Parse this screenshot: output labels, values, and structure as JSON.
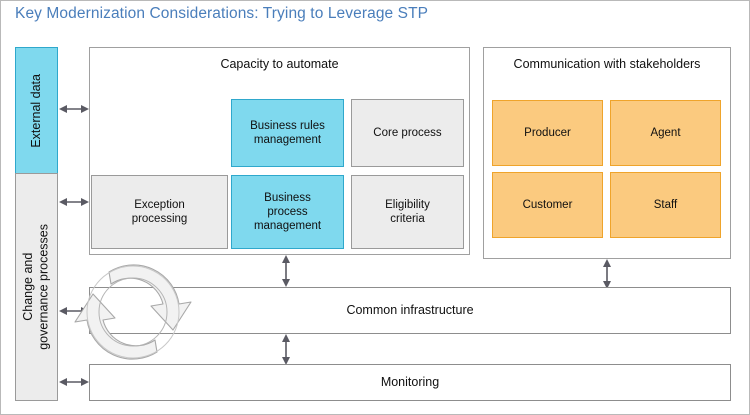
{
  "title": "Key Modernization Considerations: Trying to Leverage STP",
  "title_color": "#4A7EBB",
  "sidebar": {
    "external_data": {
      "label": "External data",
      "color": "#7FD9EE"
    },
    "governance": {
      "label": "Change and\ngovernance processes",
      "color": "#ECECEC"
    }
  },
  "panels": {
    "capacity": {
      "title": "Capacity to automate",
      "boxes": [
        {
          "label": "Business rules\nmanagement",
          "style": "cyan"
        },
        {
          "label": "Core process",
          "style": "gray"
        },
        {
          "label": "Exception\nprocessing",
          "style": "gray"
        },
        {
          "label": "Business\nprocess\nmanagement",
          "style": "cyan"
        },
        {
          "label": "Eligibility\ncriteria",
          "style": "gray"
        }
      ]
    },
    "communication": {
      "title": "Communication with stakeholders",
      "boxes": [
        {
          "label": "Producer",
          "style": "orange"
        },
        {
          "label": "Agent",
          "style": "orange"
        },
        {
          "label": "Customer",
          "style": "orange"
        },
        {
          "label": "Staff",
          "style": "orange"
        }
      ]
    }
  },
  "bars": {
    "infrastructure": "Common infrastructure",
    "monitoring": "Monitoring"
  },
  "colors": {
    "cyan": "#7FD9EE",
    "cyan_border": "#2FA8CC",
    "orange": "#FBCA7F",
    "orange_border": "#EFA42B",
    "gray": "#ECECEC",
    "gray_border": "#9A9A9A",
    "arrow": "#5A5A63"
  },
  "icons": {
    "cycle": "cycle-arrows-icon",
    "arrow_h": "double-arrow-horizontal-icon",
    "arrow_v": "double-arrow-vertical-icon"
  }
}
